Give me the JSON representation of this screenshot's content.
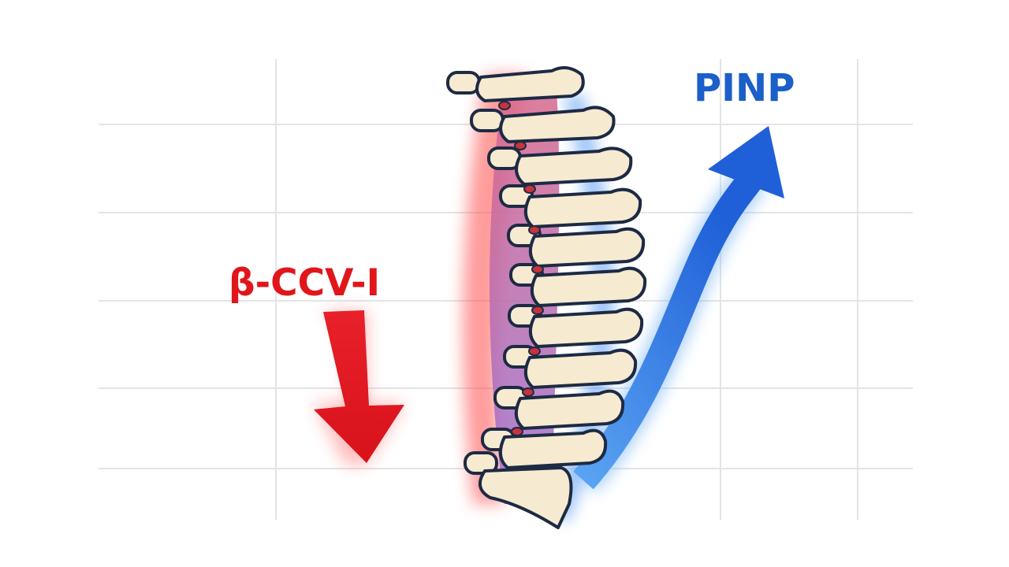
{
  "labels": {
    "decrease_marker": "β-CCV-I",
    "increase_marker": "PINP"
  },
  "colors": {
    "decrease": "#e0161b",
    "increase": "#1f6fe0",
    "bone": "#f6ead0",
    "bone_outline": "#1d2a44",
    "grid": "#e4e4e4"
  },
  "icons": {
    "down_arrow": "down-arrow-icon",
    "up_arrow": "curved-up-arrow-icon",
    "spine": "spine-illustration"
  }
}
